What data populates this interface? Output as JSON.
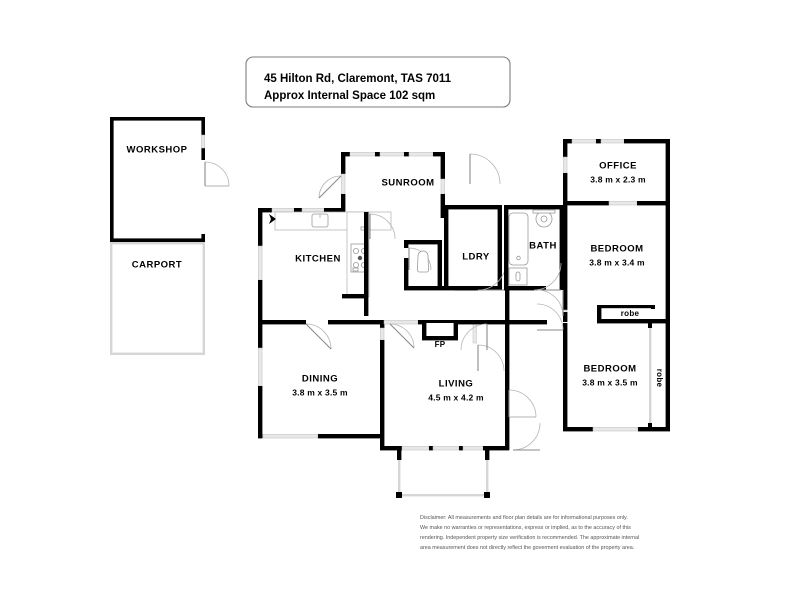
{
  "title_card": {
    "line1": "45 Hilton Rd, Claremont, TAS 7011",
    "line2": "Approx Internal Space 102 sqm"
  },
  "rooms": [
    {
      "id": "workshop",
      "name": "WORKSHOP",
      "dims": ""
    },
    {
      "id": "carport",
      "name": "CARPORT",
      "dims": ""
    },
    {
      "id": "sunroom",
      "name": "SUNROOM",
      "dims": ""
    },
    {
      "id": "kitchen",
      "name": "KITCHEN",
      "dims": ""
    },
    {
      "id": "ldry",
      "name": "LDRY",
      "dims": ""
    },
    {
      "id": "bath",
      "name": "BATH",
      "dims": ""
    },
    {
      "id": "office",
      "name": "OFFICE",
      "dims": "3.8 m x 2.3 m"
    },
    {
      "id": "bedroom1",
      "name": "BEDROOM",
      "dims": "3.8 m x 3.4 m"
    },
    {
      "id": "bedroom2",
      "name": "BEDROOM",
      "dims": "3.8 m x 3.5 m"
    },
    {
      "id": "dining",
      "name": "DINING",
      "dims": "3.8 m x 3.5 m"
    },
    {
      "id": "living",
      "name": "LIVING",
      "dims": "4.5 m x 4.2 m"
    },
    {
      "id": "robe1",
      "name": "robe",
      "dims": ""
    },
    {
      "id": "robe2",
      "name": "robe",
      "dims": ""
    },
    {
      "id": "fireplace",
      "name": "FP",
      "dims": ""
    }
  ],
  "disclaimer": {
    "line1": "Disclaimer: All measurements and floor plan details are for informational purposes only.",
    "line2": "We  make no warranties or representations, express or implied, as to the accuracy of this",
    "line3": "rendering. Independent property size verification is recommended. The approximate internal",
    "line4": "area measurement does not directly reflect the goverment evaluation of the property area."
  },
  "colors": {
    "wall": "#000000",
    "thin_wall": "#d6d6d6",
    "window": "#e8e8e8",
    "background": "#ffffff",
    "fixture_stroke": "#9a9a9a"
  },
  "compass": {
    "label": "north-arrow"
  }
}
